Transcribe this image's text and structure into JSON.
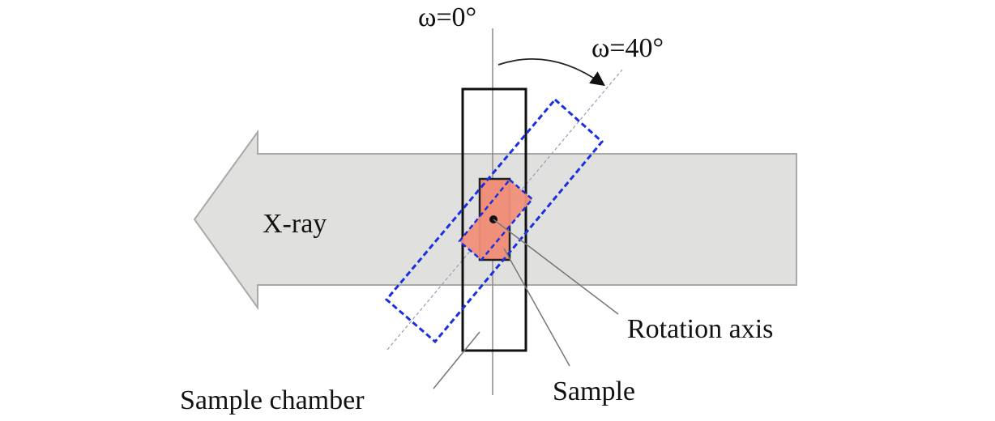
{
  "labels": {
    "omega_0": "ω=0°",
    "omega_40": "ω=40°",
    "xray": "X-ray",
    "rotation_axis": "Rotation axis",
    "sample": "Sample",
    "sample_chamber": "Sample chamber"
  },
  "colors": {
    "beam": "#e0e1de",
    "beam_edge": "#a9aaa7",
    "sample": "#f0907a",
    "rotated_outline": "#1a2fe0",
    "chamber": "#111111"
  },
  "rotation_angle_deg": 40
}
